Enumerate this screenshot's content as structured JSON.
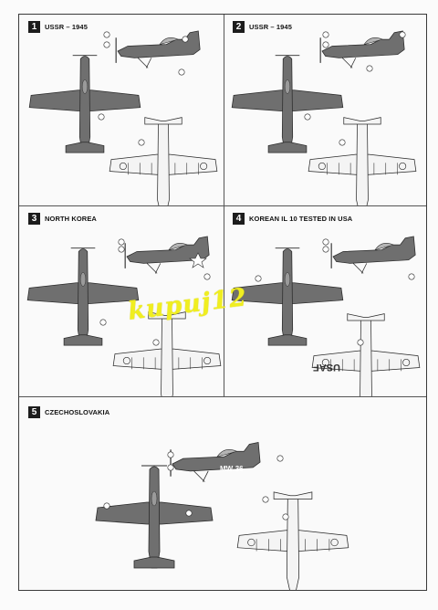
{
  "panels": [
    {
      "number": "1",
      "title": "USSR – 1945"
    },
    {
      "number": "2",
      "title": "USSR – 1945"
    },
    {
      "number": "3",
      "title": "NORTH KOREA"
    },
    {
      "number": "4",
      "title": "KOREAN IL 10 TESTED IN USA"
    },
    {
      "number": "5",
      "title": "CZECHOSLOVAKIA"
    }
  ],
  "markings": {
    "usaf_text": "USAF",
    "czech_code": "MW-36"
  },
  "watermark": "kupuj12",
  "colors": {
    "paint_dark": "#6f6f6f",
    "outline": "#2a2a2a",
    "watermark": "#f0ee20"
  }
}
